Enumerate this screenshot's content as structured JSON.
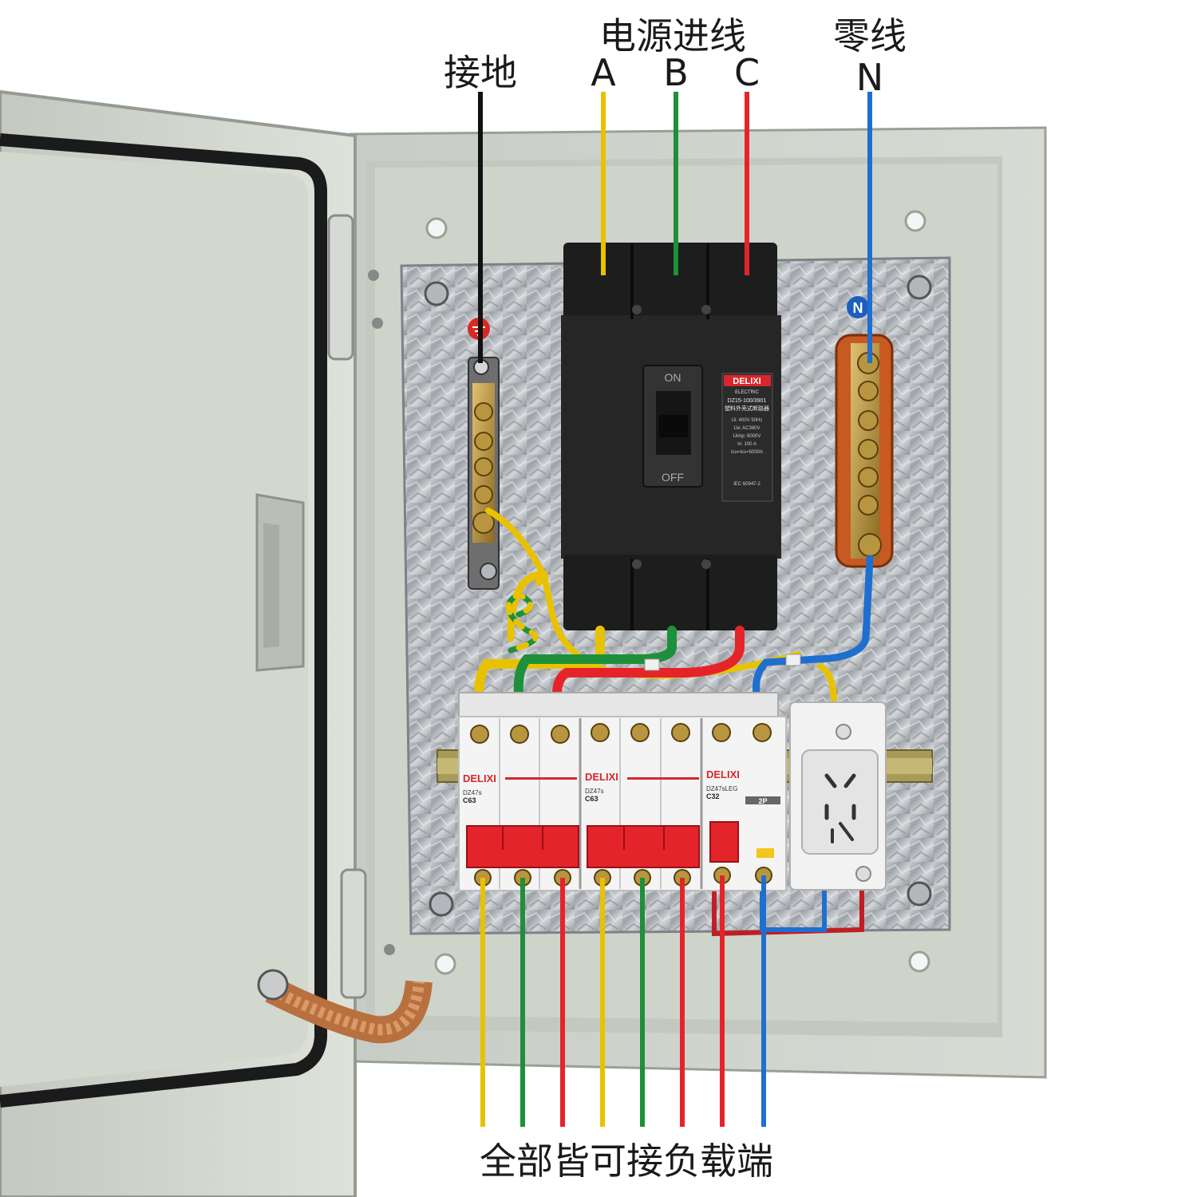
{
  "labels": {
    "ground": "接地",
    "power_in": "电源进线",
    "phase_a": "A",
    "phase_b": "B",
    "phase_c": "C",
    "neutral_title": "零线",
    "neutral_n": "N",
    "load_terminals": "全部皆可接负载端"
  },
  "device_text": {
    "main_brand": "DELIXI",
    "main_brand_sub": "ELECTRIC",
    "main_model": "DZ15-100/3901",
    "main_desc": "塑料外壳式断路器",
    "main_ui": "Ui: 400V 50Hz",
    "main_ue": "Ue: AC380V",
    "main_uimp": "Uimp: 6000V",
    "main_in": "In: 100 A",
    "main_icu": "Icu=Ics=5000A",
    "main_std": "IEC 60947-2",
    "main_on": "ON",
    "main_off": "OFF",
    "mcb1_brand": "DELIXI",
    "mcb1_model": "DZ47s",
    "mcb1_rating": "C63",
    "mcb2_brand": "DELIXI",
    "mcb2_model": "DZ47s",
    "mcb2_rating": "C63",
    "rcd_brand": "DELIXI",
    "rcd_model": "DZ47sLEG",
    "rcd_rating": "C32",
    "rcd_poles": "2P",
    "neutral_badge": "N"
  },
  "wire_colors": {
    "ground": "#111111",
    "phase_a": "#e8c200",
    "phase_b": "#1e8f3a",
    "phase_c": "#e5242a",
    "neutral": "#1e6fcf"
  },
  "icons": [
    "ground-symbol-icon",
    "neutral-badge-icon",
    "socket-icon"
  ]
}
